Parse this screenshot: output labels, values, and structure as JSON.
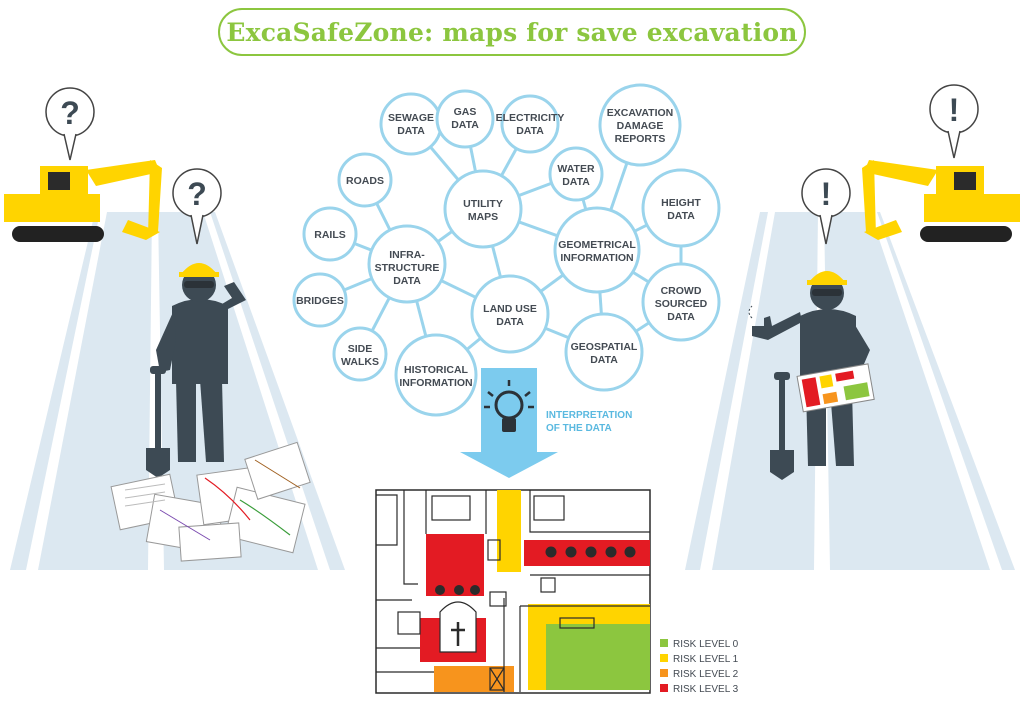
{
  "title": "ExcaSafeZone: maps for save excavation",
  "nodes": {
    "sewage": [
      "SEWAGE",
      "DATA"
    ],
    "gas": [
      "GAS",
      "DATA"
    ],
    "electricity": [
      "ELECTRICITY",
      "DATA"
    ],
    "excavation": [
      "EXCAVATION",
      "DAMAGE",
      "REPORTS"
    ],
    "roads": [
      "ROADS"
    ],
    "water": [
      "WATER",
      "DATA"
    ],
    "utility": [
      "UTILITY",
      "MAPS"
    ],
    "height": [
      "HEIGHT",
      "DATA"
    ],
    "rails": [
      "RAILS"
    ],
    "infra": [
      "INFRA-",
      "STRUCTURE",
      "DATA"
    ],
    "geometrical": [
      "GEOMETRICAL",
      "INFORMATION"
    ],
    "bridges": [
      "BRIDGES"
    ],
    "crowd": [
      "CROWD",
      "SOURCED",
      "DATA"
    ],
    "landuse": [
      "LAND USE",
      "DATA"
    ],
    "sidewalks": [
      "SIDE",
      "WALKS"
    ],
    "geospatial": [
      "GEOSPATIAL",
      "DATA"
    ],
    "historical": [
      "HISTORICAL",
      "INFORMATION"
    ]
  },
  "interpretation": [
    "INTERPRETATION",
    "OF THE DATA"
  ],
  "bubbles": {
    "question": "?",
    "exclamation": "!"
  },
  "legend": [
    {
      "label": "RISK LEVEL 0",
      "color": "#8cc63f"
    },
    {
      "label": "RISK LEVEL 1",
      "color": "#ffd400"
    },
    {
      "label": "RISK LEVEL 2",
      "color": "#f7941d"
    },
    {
      "label": "RISK LEVEL 3",
      "color": "#e31b23"
    }
  ],
  "colors": {
    "title": "#8cc63f",
    "node_stroke": "#9ad4ec",
    "road": "#dce8f1",
    "worker": "#3d4a54",
    "helmet": "#ffd400",
    "excavator": "#ffd400",
    "arrow": "#7ccbee"
  }
}
